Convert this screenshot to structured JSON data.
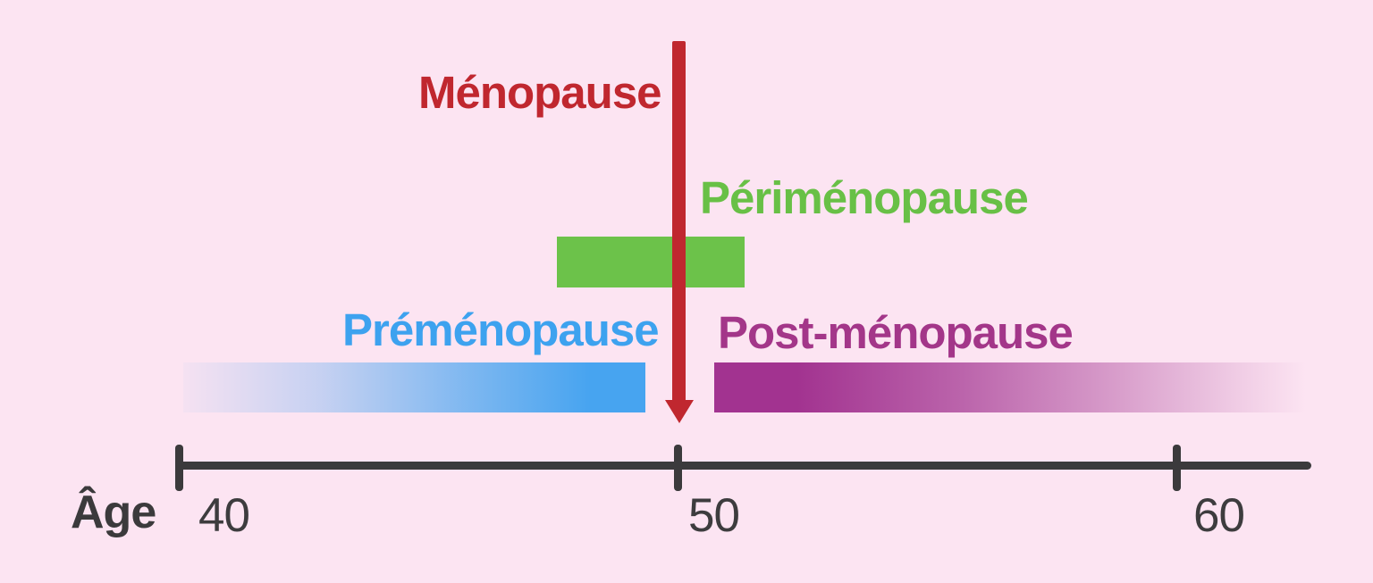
{
  "background_color": "#fce4f2",
  "stages": {
    "menopause": {
      "label": "Ménopause",
      "color": "#c0272f",
      "marker": "red-down-arrow",
      "age": 50
    },
    "perimenopause": {
      "label": "Périménopause",
      "color": "#68c046",
      "bar_color": "#6cc24a",
      "age_start": 47.5,
      "age_end": 51.5
    },
    "premenopause": {
      "label": "Préménopause",
      "color": "#3da2ef",
      "bar_color": "#47a4f0",
      "bar_fade": "left",
      "age_start": 40,
      "age_end": 49.3
    },
    "postmenopause": {
      "label": "Post-ménopause",
      "color": "#a33689",
      "bar_color": "#a23390",
      "bar_fade": "right",
      "age_start": 50.7,
      "age_end": 62.5
    }
  },
  "axis": {
    "label": "Âge",
    "color": "#3b3a3c",
    "ticks": [
      "40",
      "50",
      "60"
    ],
    "tick_ages": [
      40,
      50,
      60
    ]
  }
}
